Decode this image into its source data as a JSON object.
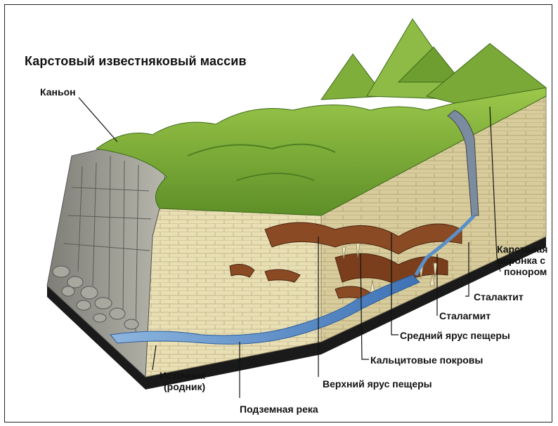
{
  "title": "Карстовый известняковый массив",
  "labels": {
    "canyon": "Каньон",
    "sinkhole_line1": "Карстовая",
    "sinkhole_line2": "воронка с",
    "sinkhole_line3": "понором",
    "stalactite": "Сталактит",
    "stalagmite": "Сталагмит",
    "middle_tier": "Средний ярус пещеры",
    "calcite_crusts": "Кальцитовые покровы",
    "upper_tier": "Верхний ярус пещеры",
    "spring_line1": "Источник",
    "spring_line2": "(родник)",
    "underground_river": "Подземная река"
  },
  "colors": {
    "grass": "#7fae3a",
    "grass_dark": "#4e7f22",
    "limestone": "#e9dfb5",
    "limestone_shade": "#c9bd8f",
    "cliff_grey": "#9a9a92",
    "cave_brown": "#8a4a24",
    "water": "#5a8fc8",
    "base_black": "#1a1a1a"
  }
}
